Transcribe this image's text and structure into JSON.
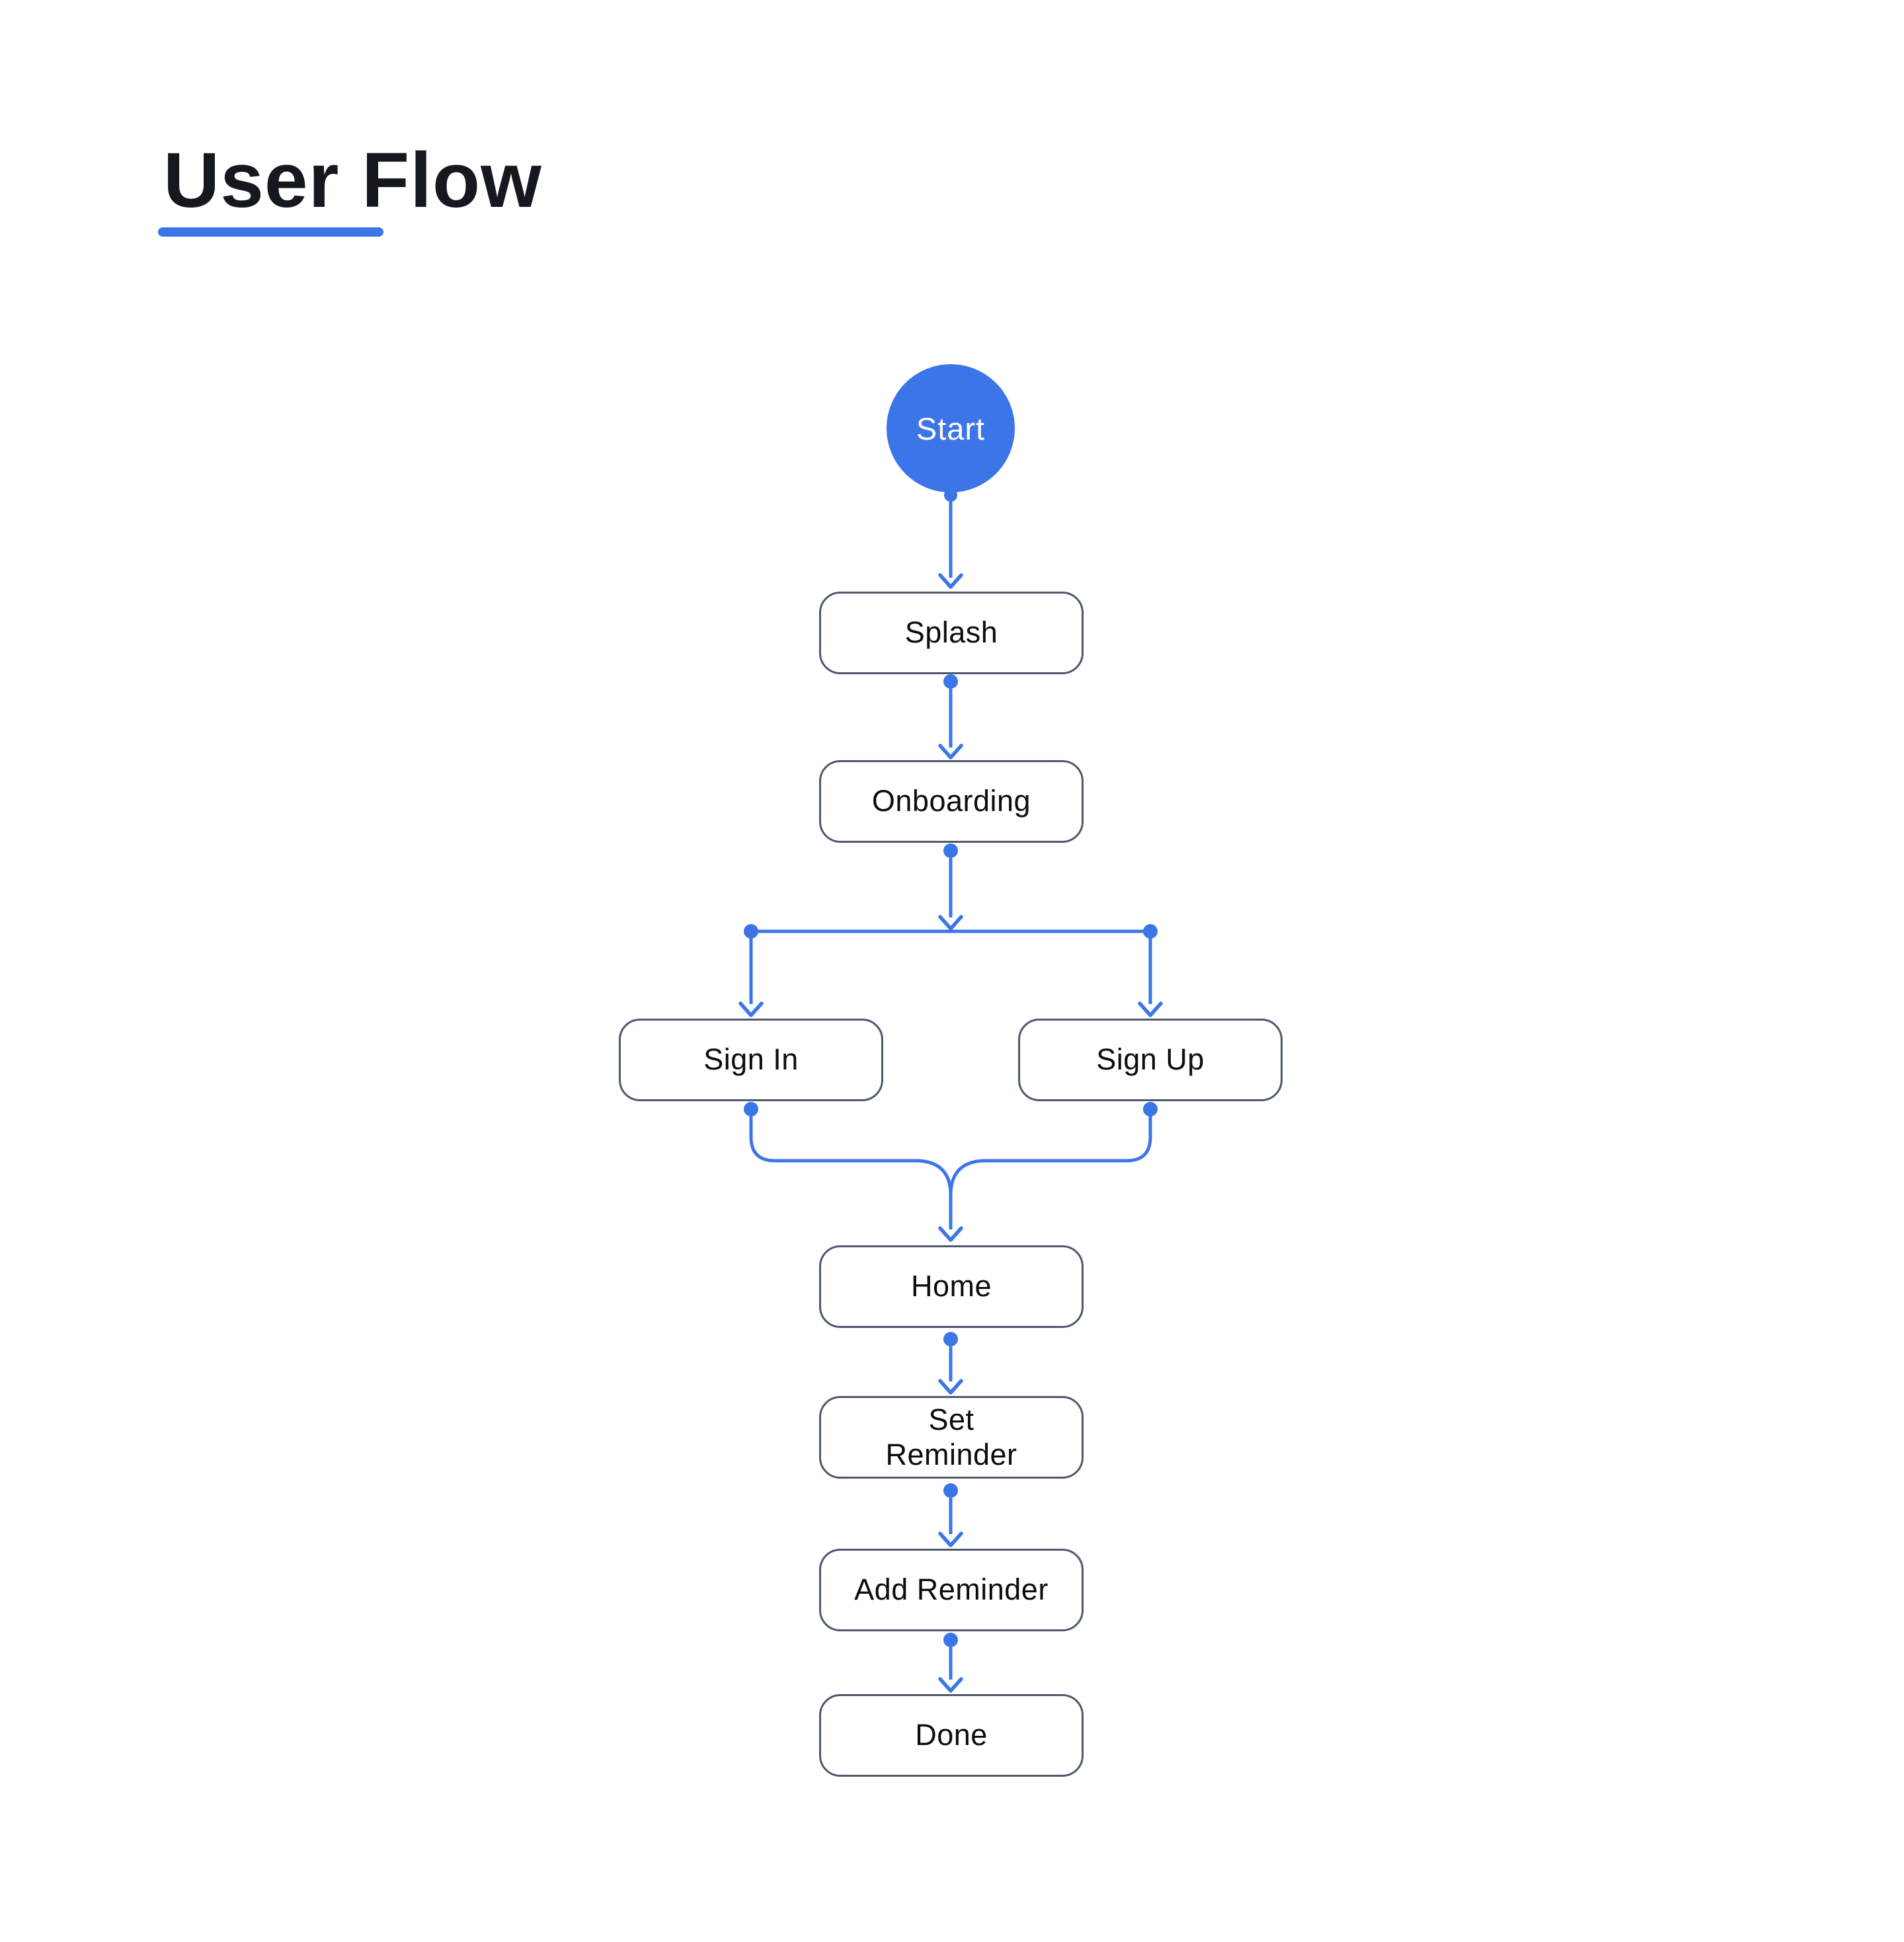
{
  "page": {
    "background": "#FFFFFF"
  },
  "palette": {
    "blue": "#3B75E8",
    "node_border": "#4E586E",
    "node_bg": "#FFFFFF",
    "node_text": "#0B0D12",
    "title_text": "#16181F",
    "start_text": "#FFFFFF"
  },
  "header": {
    "title": "User Flow"
  },
  "flow": {
    "start": {
      "id": "start",
      "label": "Start",
      "shape": "circle"
    },
    "nodes": [
      {
        "id": "splash",
        "label": "Splash"
      },
      {
        "id": "onboarding",
        "label": "Onboarding"
      },
      {
        "id": "sign-in",
        "label": "Sign In"
      },
      {
        "id": "sign-up",
        "label": "Sign Up"
      },
      {
        "id": "home",
        "label": "Home"
      },
      {
        "id": "set-reminder",
        "label": "Set Reminder",
        "label_lines": [
          "Set",
          "Reminder"
        ]
      },
      {
        "id": "add-reminder",
        "label": "Add Reminder"
      },
      {
        "id": "done",
        "label": "Done"
      }
    ],
    "edges": [
      {
        "from": "start",
        "to": "splash"
      },
      {
        "from": "splash",
        "to": "onboarding"
      },
      {
        "from": "onboarding",
        "to": "sign-in",
        "type": "branch"
      },
      {
        "from": "onboarding",
        "to": "sign-up",
        "type": "branch"
      },
      {
        "from": "sign-in",
        "to": "home",
        "type": "merge"
      },
      {
        "from": "sign-up",
        "to": "home",
        "type": "merge"
      },
      {
        "from": "home",
        "to": "set-reminder"
      },
      {
        "from": "set-reminder",
        "to": "add-reminder"
      },
      {
        "from": "add-reminder",
        "to": "done"
      }
    ]
  }
}
